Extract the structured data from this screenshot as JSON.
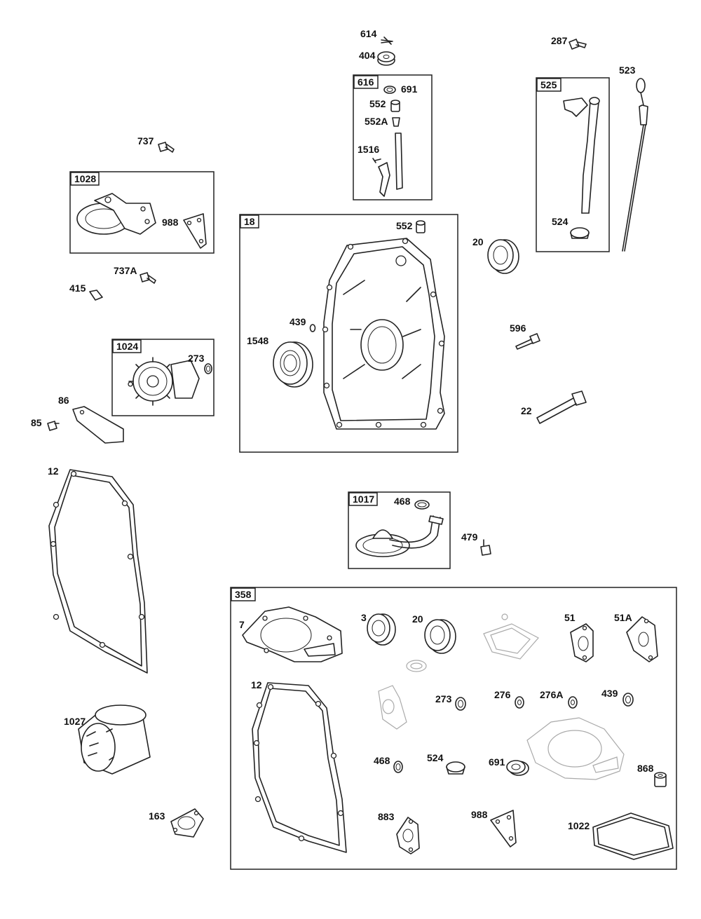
{
  "groups": {
    "g616": "616",
    "g525": "525",
    "g1028": "1028",
    "g18": "18",
    "g1024": "1024",
    "g1017": "1017",
    "g358": "358"
  },
  "labels": {
    "p614": "614",
    "p404": "404",
    "p287": "287",
    "p523": "523",
    "p691a": "691",
    "p552a": "552",
    "p552A": "552A",
    "p1516": "1516",
    "p737": "737",
    "p988a": "988",
    "p737A": "737A",
    "p415": "415",
    "p552b": "552",
    "p20a": "20",
    "p524a": "524",
    "p439a": "439",
    "p1548": "1548",
    "p596": "596",
    "p273a": "273",
    "p86": "86",
    "p85": "85",
    "p22": "22",
    "p12a": "12",
    "p468a": "468",
    "p479": "479",
    "p7": "7",
    "p3": "3",
    "p20b": "20",
    "p51": "51",
    "p51A": "51A",
    "p12b": "12",
    "p273b": "273",
    "p276": "276",
    "p276A": "276A",
    "p439b": "439",
    "p1027": "1027",
    "p468b": "468",
    "p524b": "524",
    "p691b": "691",
    "p868": "868",
    "p163": "163",
    "p883": "883",
    "p988b": "988",
    "p1022": "1022"
  }
}
